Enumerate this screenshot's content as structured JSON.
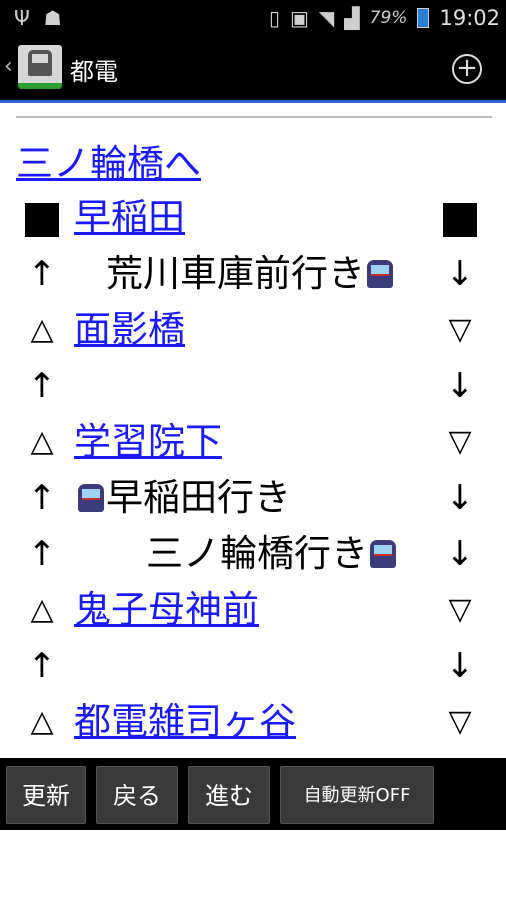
{
  "status_bar": {
    "battery_percent": "79%",
    "time": "19:02"
  },
  "action_bar": {
    "title": "都電"
  },
  "destination_link": "三ノ輪橋へ",
  "stations": [
    {
      "name": "早稲田"
    },
    {
      "name": "面影橋"
    },
    {
      "name": "学習院下"
    },
    {
      "name": "鬼子母神前"
    },
    {
      "name": "都電雑司ヶ谷"
    }
  ],
  "trains": [
    {
      "label": "荒川車庫前行き"
    },
    {
      "label": "早稲田行き"
    },
    {
      "label": "三ノ輪橋行き"
    }
  ],
  "toolbar": {
    "refresh": "更新",
    "back": "戻る",
    "forward": "進む",
    "auto_refresh": "自動更新OFF"
  },
  "symbols": {
    "up_arrow": "↑",
    "down_arrow": "↓",
    "triangle_up": "△",
    "triangle_down": "▽"
  }
}
